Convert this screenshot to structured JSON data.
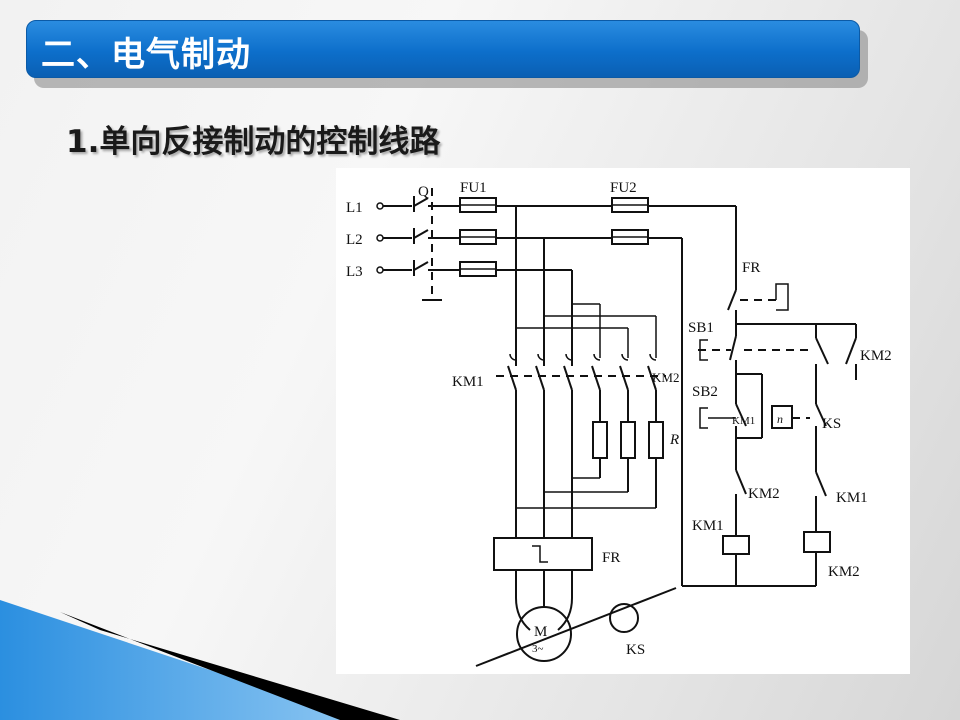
{
  "slide": {
    "title": "二、电气制动",
    "subtitle": "1.单向反接制动的控制线路"
  },
  "diagram": {
    "labels": {
      "L1": "L1",
      "L2": "L2",
      "L3": "L3",
      "Q": "Q",
      "FU1": "FU1",
      "FU2": "FU2",
      "FR_ctrl": "FR",
      "SB1": "SB1",
      "SB2": "SB2",
      "KM2_hold": "KM2",
      "KM1_main": "KM1",
      "KM2_main": "KM2",
      "R": "R",
      "KM1_aux": "KM1",
      "KS_contact": "KS",
      "n_symbol": "n",
      "KM2_interlock": "KM2",
      "KM1_interlock": "KM1",
      "KM1_coil": "KM1",
      "KM2_coil": "KM2",
      "FR_main": "FR",
      "M": "M",
      "M_sub": "3~",
      "KS_sensor": "KS"
    }
  },
  "colors": {
    "title_bar": "#0d6fcb",
    "title_text": "#ffffff",
    "deco_blue": "#2b8fe0",
    "deco_black": "#000000"
  }
}
